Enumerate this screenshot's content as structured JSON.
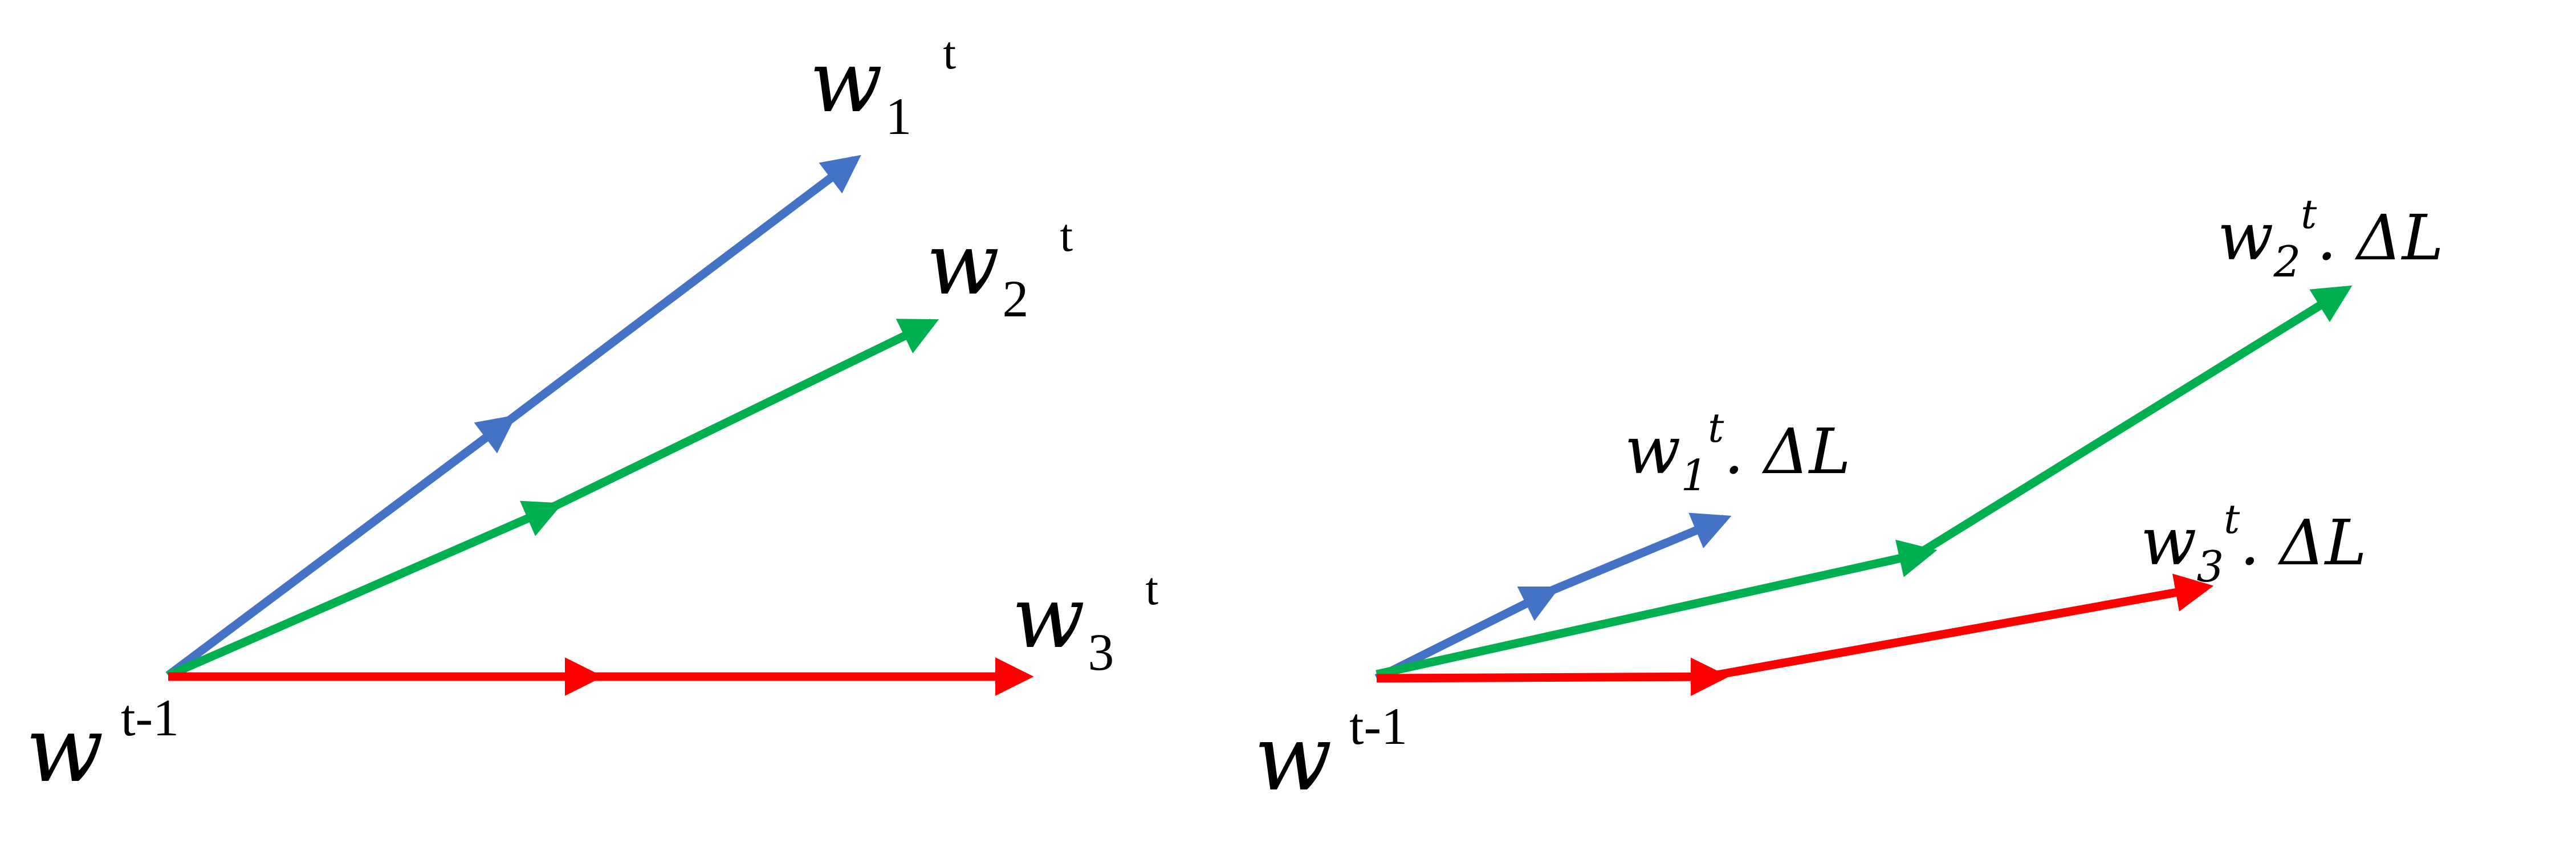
{
  "colors": {
    "blue": "#4472c4",
    "green": "#00b050",
    "red": "#ff0000",
    "text": "#000000"
  },
  "left_panel": {
    "origin_label": {
      "base": "w",
      "sup": "t-1"
    },
    "vectors": [
      {
        "id": "w1",
        "color": "blue",
        "label": {
          "base": "w",
          "sub": "1",
          "sup": "t"
        }
      },
      {
        "id": "w2",
        "color": "green",
        "label": {
          "base": "w",
          "sub": "2",
          "sup": "t"
        }
      },
      {
        "id": "w3",
        "color": "red",
        "label": {
          "base": "w",
          "sub": "3",
          "sup": "t"
        }
      }
    ]
  },
  "right_panel": {
    "origin_label": {
      "base": "w",
      "sup": "t-1"
    },
    "vectors": [
      {
        "id": "w1dl",
        "color": "blue",
        "label": {
          "base": "w",
          "sub": "1",
          "sup": "t",
          "suffix": ". ΔL"
        }
      },
      {
        "id": "w2dl",
        "color": "green",
        "label": {
          "base": "w",
          "sub": "2",
          "sup": "t",
          "suffix": ". ΔL"
        }
      },
      {
        "id": "w3dl",
        "color": "red",
        "label": {
          "base": "w",
          "sub": "3",
          "sup": "t",
          "suffix": ". ΔL"
        }
      }
    ]
  }
}
